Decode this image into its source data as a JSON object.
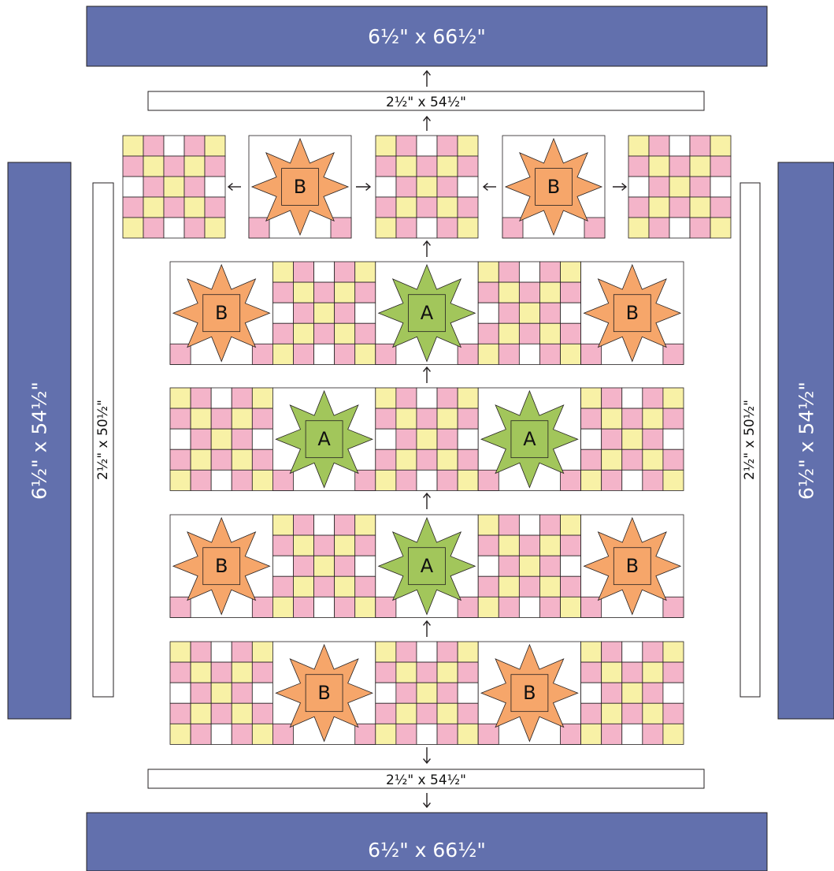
{
  "colors": {
    "border": "#6270ad",
    "pink": "#f4b4c9",
    "yellow": "#f8f1a6",
    "white": "#ffffff",
    "orange": "#f6a66a",
    "green": "#a2c65b",
    "outline": "#231f20"
  },
  "labels": {
    "top_border": "6½\" x 66½\"",
    "bottom_border": "6½\" x 66½\"",
    "left_border": "6½\" x 54½\"",
    "right_border": "6½\" x 54½\"",
    "top_sashing": "2½\" x 54½\"",
    "bottom_sashing": "2½\" x 54½\"",
    "left_sashing": "2½\" x 50½\"",
    "right_sashing": "2½\" x 50½\""
  },
  "stars": {
    "row1": [
      "B",
      "B"
    ],
    "row2": [
      "B",
      "A",
      "B"
    ],
    "row3": [
      "A",
      "A"
    ],
    "row4": [
      "B",
      "A",
      "B"
    ],
    "row5": [
      "B",
      "B"
    ]
  },
  "icons": {
    "arrow": "arrow-icon"
  }
}
